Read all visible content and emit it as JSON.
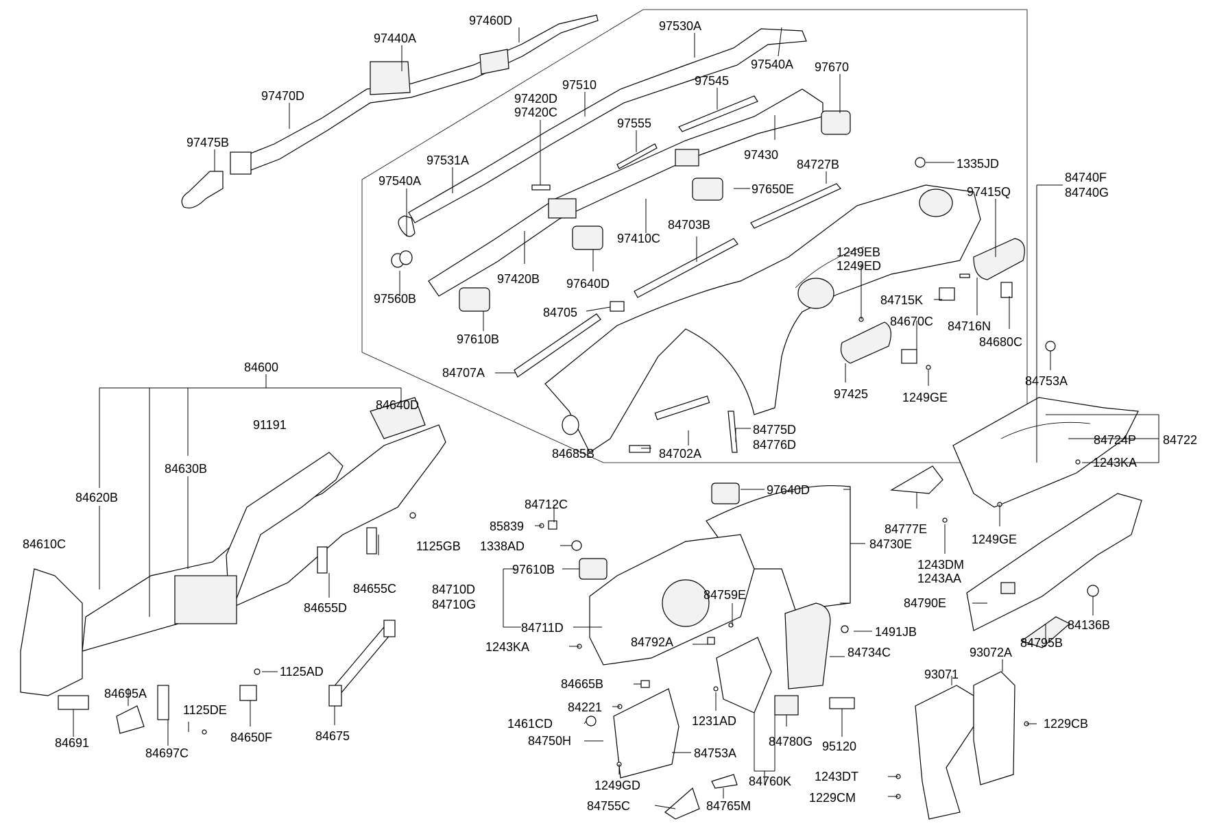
{
  "labels": {
    "l_97460D": "97460D",
    "l_97440A": "97440A",
    "l_97470D": "97470D",
    "l_97475B": "97475B",
    "l_97530A": "97530A",
    "l_97540A_top": "97540A",
    "l_97670": "97670",
    "l_97510": "97510",
    "l_97545": "97545",
    "l_97420D": "97420D",
    "l_97420C": "97420C",
    "l_97555": "97555",
    "l_97430": "97430",
    "l_97531A": "97531A",
    "l_97540A_left": "97540A",
    "l_84727B": "84727B",
    "l_1335JD": "1335JD",
    "l_84740F": "84740F",
    "l_84740G": "84740G",
    "l_97650E": "97650E",
    "l_97415Q": "97415Q",
    "l_97410C": "97410C",
    "l_84703B": "84703B",
    "l_1249EB": "1249EB",
    "l_1249ED": "1249ED",
    "l_97560B": "97560B",
    "l_97420B": "97420B",
    "l_97640D_top": "97640D",
    "l_84715K": "84715K",
    "l_84705": "84705",
    "l_84716N": "84716N",
    "l_84670C": "84670C",
    "l_97610B_top": "97610B",
    "l_84680C": "84680C",
    "l_84707A": "84707A",
    "l_84753A_right": "84753A",
    "l_97425": "97425",
    "l_1249GE_top": "1249GE",
    "l_84600": "84600",
    "l_84640D": "84640D",
    "l_91191": "91191",
    "l_84775D": "84775D",
    "l_84776D": "84776D",
    "l_84685B": "84685B",
    "l_84702A": "84702A",
    "l_84724P": "84724P",
    "l_84722": "84722",
    "l_84630B": "84630B",
    "l_1243KA_right": "1243KA",
    "l_84620B": "84620B",
    "l_97640D_mid": "97640D",
    "l_84712C": "84712C",
    "l_84777E": "84777E",
    "l_85839": "85839",
    "l_1125GB": "1125GB",
    "l_1249GE_right": "1249GE",
    "l_1338AD": "1338AD",
    "l_84730E": "84730E",
    "l_84610C": "84610C",
    "l_97610B_mid": "97610B",
    "l_1243DM": "1243DM",
    "l_84710D": "84710D",
    "l_1243AA": "1243AA",
    "l_84710G": "84710G",
    "l_84759E": "84759E",
    "l_84655C": "84655C",
    "l_84790E": "84790E",
    "l_84655D": "84655D",
    "l_84711D": "84711D",
    "l_1491JB": "1491JB",
    "l_84136B": "84136B",
    "l_1243KA_mid": "1243KA",
    "l_84792A": "84792A",
    "l_84795B": "84795B",
    "l_84734C": "84734C",
    "l_93072A": "93072A",
    "l_1125AD": "1125AD",
    "l_93071": "93071",
    "l_84665B": "84665B",
    "l_84695A": "84695A",
    "l_84221": "84221",
    "l_1125DE": "1125DE",
    "l_1461CD": "1461CD",
    "l_1231AD": "1231AD",
    "l_1229CB": "1229CB",
    "l_84750H": "84750H",
    "l_84780G": "84780G",
    "l_95120": "95120",
    "l_84650F": "84650F",
    "l_84675": "84675",
    "l_84691": "84691",
    "l_84697C": "84697C",
    "l_84753A_bot": "84753A",
    "l_1249GD": "1249GD",
    "l_84760K": "84760K",
    "l_1243DT": "1243DT",
    "l_84755C": "84755C",
    "l_84765M": "84765M",
    "l_1229CM": "1229CM"
  }
}
